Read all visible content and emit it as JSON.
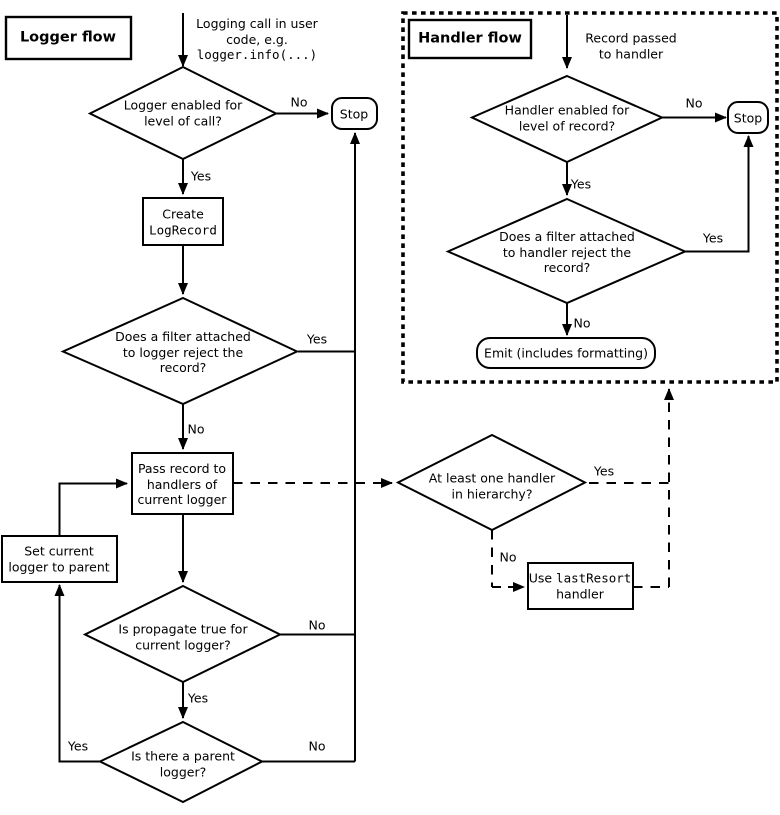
{
  "colors": {
    "ink": "#000000",
    "background": "#ffffff"
  },
  "logger_flow": {
    "title": "Logger flow",
    "start": {
      "line1": "Logging call in user",
      "line2": "code, e.g.",
      "code": "logger.info(...)"
    },
    "enabled_diamond": {
      "line1": "Logger enabled for",
      "line2": "level of call?"
    },
    "stop": "Stop",
    "create_box": {
      "line1": "Create",
      "code": "LogRecord"
    },
    "filter_diamond": {
      "line1": "Does a filter attached",
      "line2": "to logger reject the",
      "line3": "record?"
    },
    "pass_box": {
      "line1": "Pass record to",
      "line2": "handlers of",
      "line3": "current logger"
    },
    "set_parent_box": {
      "line1": "Set current",
      "line2": "logger to parent"
    },
    "propagate_diamond": {
      "line1": "Is propagate true for",
      "line2": "current logger?"
    },
    "parent_diamond": {
      "line1": "Is there a parent",
      "line2": "logger?"
    },
    "edge_labels": {
      "enabled_no": "No",
      "enabled_yes": "Yes",
      "filter_yes": "Yes",
      "filter_no": "No",
      "propagate_no": "No",
      "propagate_yes": "Yes",
      "parent_no": "No",
      "parent_yes": "Yes"
    }
  },
  "handler_flow": {
    "title": "Handler flow",
    "start": {
      "line1": "Record passed",
      "line2": "to handler"
    },
    "enabled_diamond": {
      "line1": "Handler enabled for",
      "line2": "level of record?"
    },
    "stop": "Stop",
    "filter_diamond": {
      "line1": "Does a filter attached",
      "line2": "to handler reject the",
      "line3": "record?"
    },
    "emit_box": "Emit (includes formatting)",
    "edge_labels": {
      "enabled_no": "No",
      "enabled_yes": "Yes",
      "filter_yes": "Yes",
      "filter_no": "No"
    }
  },
  "hierarchy": {
    "handler_diamond": {
      "line1": "At least one handler",
      "line2": "in hierarchy?"
    },
    "last_resort_box": {
      "pre": "Use",
      "code": "lastResort",
      "line2": "handler"
    },
    "edge_labels": {
      "yes": "Yes",
      "no": "No"
    }
  }
}
